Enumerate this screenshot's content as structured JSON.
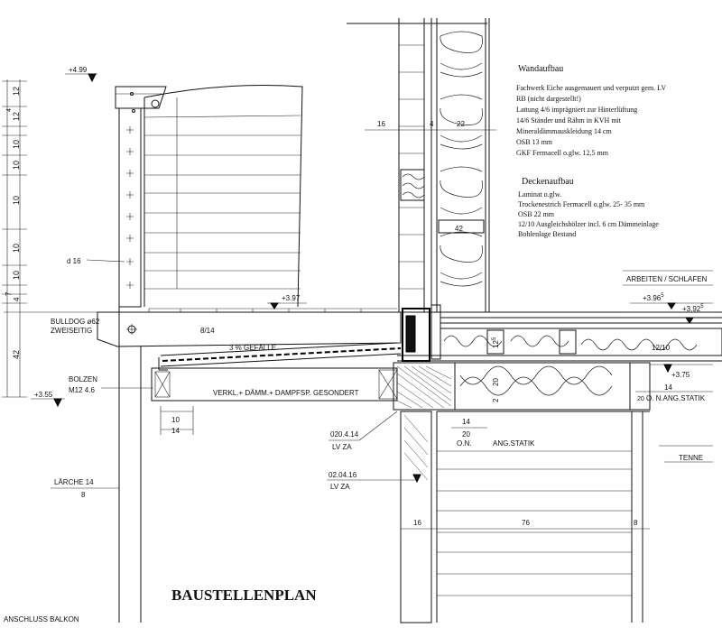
{
  "title": "BAUSTELLENPLAN",
  "wall_section": {
    "heading": "Wandaufbau",
    "lines": [
      "Fachwerk Eiche ausgemauert und verputzt gem. LV",
      "RB (nicht dargestellt!)",
      "Lattung 4/6 imprägniert zur Hinterlüftung",
      "14/6 Ständer und Rähm in  KVH mit",
      "Mineraldämmauskleidung 14 cm",
      "OSB 13 mm",
      "GKF Fermacell o.glw. 12,5 mm"
    ]
  },
  "ceiling_section": {
    "heading": "Deckenaufbau",
    "lines": [
      "Laminat o.glw.",
      "Trockenestrich Fermacell o.glw. 25- 35 mm",
      "OSB 22 mm",
      "12/10 Ausgleichshölzer incl.  6 cm Dämmeinlage",
      "Bohlenlage Bestand"
    ]
  },
  "levels": {
    "top": "+4.99",
    "balcony": "+3.97",
    "floor_a": "+3.96",
    "floor_a_sup": "5",
    "floor_b": "+3.92",
    "floor_b_sup": "5",
    "under": "+3.75",
    "left": "+3.55"
  },
  "dimensions_left": [
    "12",
    "12",
    "4",
    "10",
    "10",
    "10",
    "10",
    "10",
    "7",
    "4",
    "42"
  ],
  "dimensions_top": [
    "16",
    "4",
    "22"
  ],
  "dimensions_bottom": [
    "10",
    "14",
    "16",
    "76",
    "8"
  ],
  "labels": {
    "d16": "d 16",
    "beam_size": "8/14",
    "bulldog": "BULLDOG ø62",
    "zweiseitig": "ZWEISEITIG",
    "gefaelle": "3 % GEFÄLLE",
    "bolzen": "BOLZEN",
    "bolzen_spec": "M12  4.6",
    "verkl": "VERKL.+ DÄMM.+ DAMPFSP.  GESONDERT",
    "lv1_code": "020.4.14",
    "lv1_unit": "LV ZA",
    "lv2_code": "02.04.16",
    "lv2_unit": "LV ZA",
    "laerche": "LÄRCHE 14",
    "laerche_sub": "8",
    "anschluss": "ANSCHLUSS BALKON",
    "arbeiten": "ARBEITEN / SCHLAFEN",
    "tenne": "TENNE",
    "ausgleich": "12/10",
    "dim_12_5": "12",
    "dim_12_5_sup": "5",
    "dim_20": "20",
    "dim_2": "2",
    "dim_42": "42",
    "beam_14": "14",
    "beam_20": "20",
    "on_ang_statik": "O. N.ANG.STATIK",
    "beam2_14": "14",
    "beam2_20": "20",
    "on": "O.N.",
    "ang_statik": "ANG.STATIK"
  }
}
